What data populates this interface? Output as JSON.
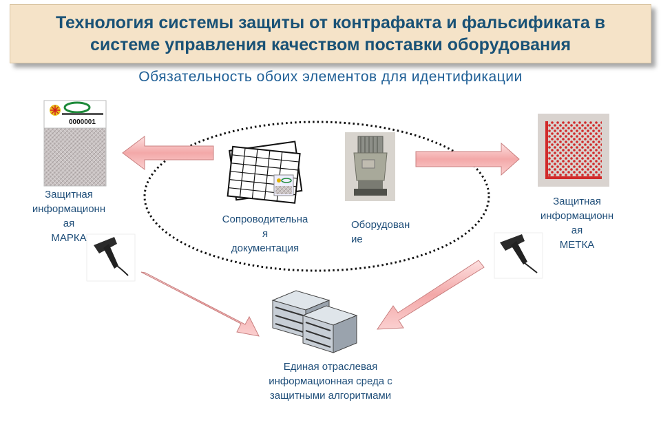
{
  "title": {
    "line1": "Технология системы защиты от контрафакта  и фальсификата в",
    "line2": "системе управления качеством поставки оборудования"
  },
  "subtitle": "Обязательность обоих элементов для идентификации",
  "left_label": {
    "l1": "Защитная",
    "l2": "информационн",
    "l3": "ая",
    "l4": "МАРКА"
  },
  "right_label": {
    "l1": "Защитная",
    "l2": "информационн",
    "l3": "ая",
    "l4": "МЕТКА"
  },
  "docs_label": {
    "l1": "Сопроводительна",
    "l2": "я",
    "l3": "документация"
  },
  "equip_label": {
    "l1": "Оборудован",
    "l2": "ие"
  },
  "server_label": {
    "l1": "Единая отраслевая",
    "l2": "информационная среда с",
    "l3": "защитными алгоритмами"
  },
  "tag_number": "0000001",
  "icons": [
    "security-tag-image",
    "documents-image",
    "equipment-part-image",
    "datamatrix-image",
    "barcode-scanner-icon",
    "server-cluster-icon"
  ],
  "colors": {
    "title": "#1a5276",
    "text": "#1f4e79",
    "arrow_fill": "#f3b0b0",
    "title_bg": "#f5e3c8"
  }
}
